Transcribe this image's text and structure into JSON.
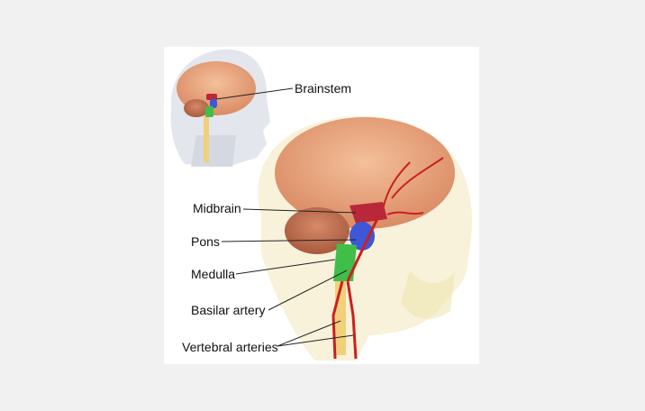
{
  "labels": {
    "brainstem": "Brainstem",
    "midbrain": "Midbrain",
    "pons": "Pons",
    "medulla": "Medulla",
    "basilar_artery": "Basilar artery",
    "vertebral_arteries": "Vertebral arteries"
  },
  "colors": {
    "background": "#f1f1f1",
    "panel": "#ffffff",
    "brain": "#e9a37a",
    "midbrain": "#b8283a",
    "pons": "#3d57d6",
    "medulla": "#3fbf4a",
    "artery": "#cc1f1f",
    "spinal_cord": "#f0d07a"
  }
}
